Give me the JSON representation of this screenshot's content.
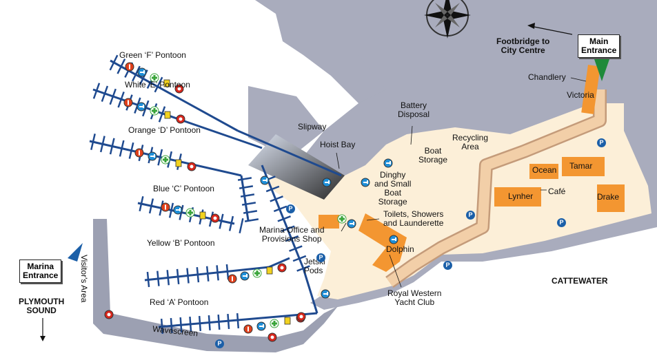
{
  "labels": {
    "green_f": "Green ‘F’ Pontoon",
    "white_e": "White ‘E’ Pontoon",
    "orange_d": "Orange ‘D’ Pontoon",
    "blue_c": "Blue ‘C’ Pontoon",
    "yellow_b": "Yellow ‘B’ Pontoon",
    "red_a": "Red ‘A’ Pontoon",
    "wavescreen": "Wavescreen",
    "visitors_area": "Visitor's Area",
    "slipway": "Slipway",
    "hoist_bay": "Hoist Bay",
    "battery_1": "Battery",
    "battery_2": "Disposal",
    "boat_storage_1": "Boat",
    "boat_storage_2": "Storage",
    "recycling_1": "Recycling",
    "recycling_2": "Area",
    "dinghy_1": "Dinghy",
    "dinghy_2": "and Small",
    "dinghy_3": "Boat",
    "dinghy_4": "Storage",
    "toilets_1": "Toilets, Showers",
    "toilets_2": "and Launderette",
    "office_1": "Marina Office and",
    "office_2": "Provisions Shop",
    "dolphin": "Dolphin",
    "jetski_1": "Jetski",
    "jetski_2": "Pods",
    "rwyc_1": "Royal Western",
    "rwyc_2": "Yacht Club",
    "footbridge_1": "Footbridge to",
    "footbridge_2": "City Centre",
    "main_entrance_1": "Main",
    "main_entrance_2": "Entrance",
    "chandlery": "Chandlery",
    "victoria": "Victoria",
    "ocean": "Ocean",
    "tamar": "Tamar",
    "lynher": "Lynher",
    "cafe": "Café",
    "drake": "Drake",
    "cattewater": "CATTEWATER",
    "marina_entrance_1": "Marina",
    "marina_entrance_2": "Entrance",
    "plymouth_1": "PLYMOUTH",
    "plymouth_2": "SOUND"
  },
  "colors": {
    "water": "#ffffff",
    "land": "#a9acbd",
    "marina_land": "#fcefd8",
    "road": "#f2cfa8",
    "road_edge": "#c49b7a",
    "building": "#f39631",
    "pontoon": "#1f4a8f",
    "breakwater": "#9ca0b2",
    "parking": "#1b5fa8",
    "fuel_red": "#e0401c",
    "tap_blue": "#1f8fd8",
    "first_aid_green": "#3aa53a",
    "bin_yellow": "#f2d21e",
    "lifebuoy": "#d8261c"
  },
  "icons": {
    "parking": "P",
    "compass": "compass-rose-icon",
    "fuel": "fuel-icon",
    "tap": "water-tap-icon",
    "first_aid": "first-aid-icon",
    "bin": "refuse-bin-icon",
    "lifebuoy": "lifebuoy-icon",
    "recycling": "recycling-icon",
    "phone": "telephone-icon"
  }
}
